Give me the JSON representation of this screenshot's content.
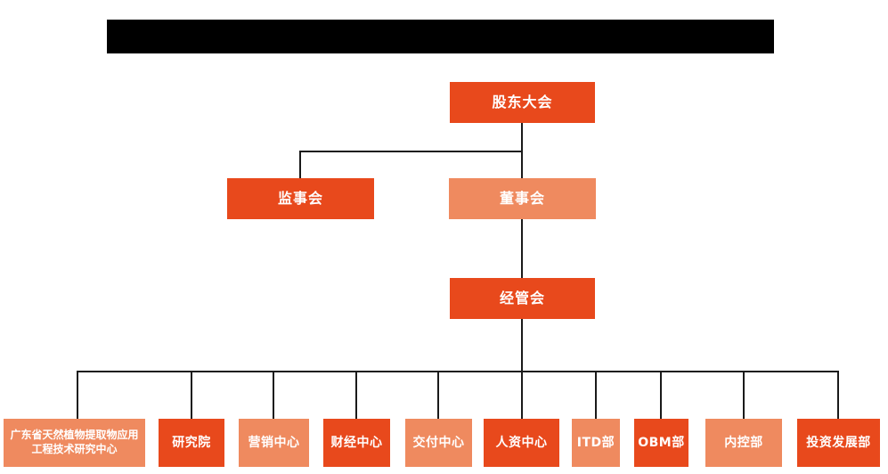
{
  "page": {
    "background": "#ffffff",
    "type": "organization-chart"
  },
  "title_bar": {
    "redacted": true,
    "color": "#000000"
  },
  "colors": {
    "primary_box": "#e8491c",
    "secondary_box": "#ef8a5f",
    "connector": "#1a1a1a",
    "box_text": "#ffffff"
  },
  "nodes": {
    "shareholders": {
      "label": "股东大会",
      "level": 1,
      "reports_to": null
    },
    "supervisors": {
      "label": "监事会",
      "level": 2,
      "reports_to": "股东大会"
    },
    "directors": {
      "label": "董事会",
      "level": 2,
      "reports_to": "股东大会"
    },
    "management": {
      "label": "经管会",
      "level": 3,
      "reports_to": "董事会"
    },
    "dept1": {
      "label": "广东省天然植物提取物应用工程技术研究中心",
      "level": 4,
      "reports_to": "经管会"
    },
    "dept2": {
      "label": "研究院",
      "level": 4,
      "reports_to": "经管会"
    },
    "dept3": {
      "label": "营销中心",
      "level": 4,
      "reports_to": "经管会"
    },
    "dept4": {
      "label": "财经中心",
      "level": 4,
      "reports_to": "经管会"
    },
    "dept5": {
      "label": "交付中心",
      "level": 4,
      "reports_to": "经管会"
    },
    "dept6": {
      "label": "人资中心",
      "level": 4,
      "reports_to": "经管会"
    },
    "dept7": {
      "label": "ITD部",
      "level": 4,
      "reports_to": "经管会"
    },
    "dept8": {
      "label": "OBM部",
      "level": 4,
      "reports_to": "经管会"
    },
    "dept9": {
      "label": "内控部",
      "level": 4,
      "reports_to": "经管会"
    },
    "dept10": {
      "label": "投资发展部",
      "level": 4,
      "reports_to": "经管会"
    }
  }
}
